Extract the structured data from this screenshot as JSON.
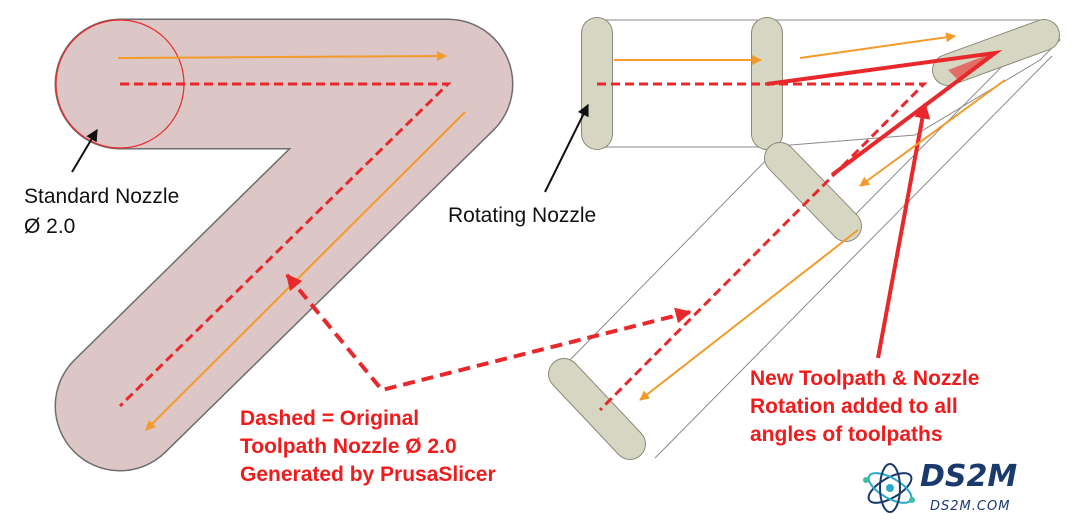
{
  "labels": {
    "standard_nozzle_line1": "Standard Nozzle",
    "standard_nozzle_line2": "Ø 2.0",
    "rotating_nozzle": "Rotating Nozzle",
    "dashed_line1": "Dashed = Original",
    "dashed_line2": "Toolpath Nozzle Ø 2.0",
    "dashed_line3": "Generated by PrusaSlicer",
    "new_toolpath_line1": "New Toolpath & Nozzle",
    "new_toolpath_line2": "Rotation added to all",
    "new_toolpath_line3": "angles of toolpaths"
  },
  "logo": {
    "name": "DS2M",
    "url_text": "DS2M.COM"
  },
  "colors": {
    "swath_fill": "#dcc6c6",
    "swath_stroke": "#6e6e6e",
    "toolpath_red": "#e8282a",
    "feed_arrow_orange": "#f39a2a",
    "nozzle_fill": "#d6d6c3",
    "nozzle_stroke": "#8a8a78",
    "label_red": "#ee1c1c",
    "logo_blue": "#1a3a6e"
  }
}
